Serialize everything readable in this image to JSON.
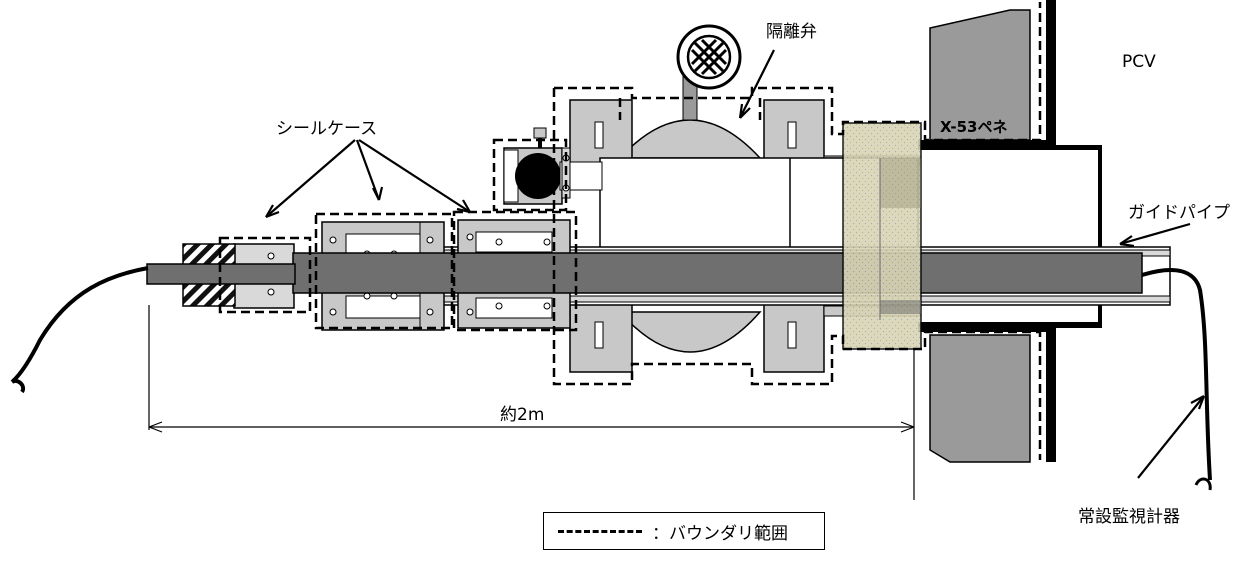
{
  "labels": {
    "isolation_valve": "隔離弁",
    "seal_case": "シールケース",
    "pcv": "PCV",
    "penetration": "X-53ペネ",
    "guide_pipe": "ガイドパイプ",
    "distance": "約2m",
    "permanent_monitor": "常設監視計器"
  },
  "legend": {
    "text": "：バウンダリ範囲"
  },
  "colors": {
    "wall": "#9a9a9a",
    "rod": "#6f6f6f",
    "body": "#c8c8c8",
    "flange": "#d9d9d9",
    "hatch": "#d8d4b4",
    "line": "#000000"
  }
}
